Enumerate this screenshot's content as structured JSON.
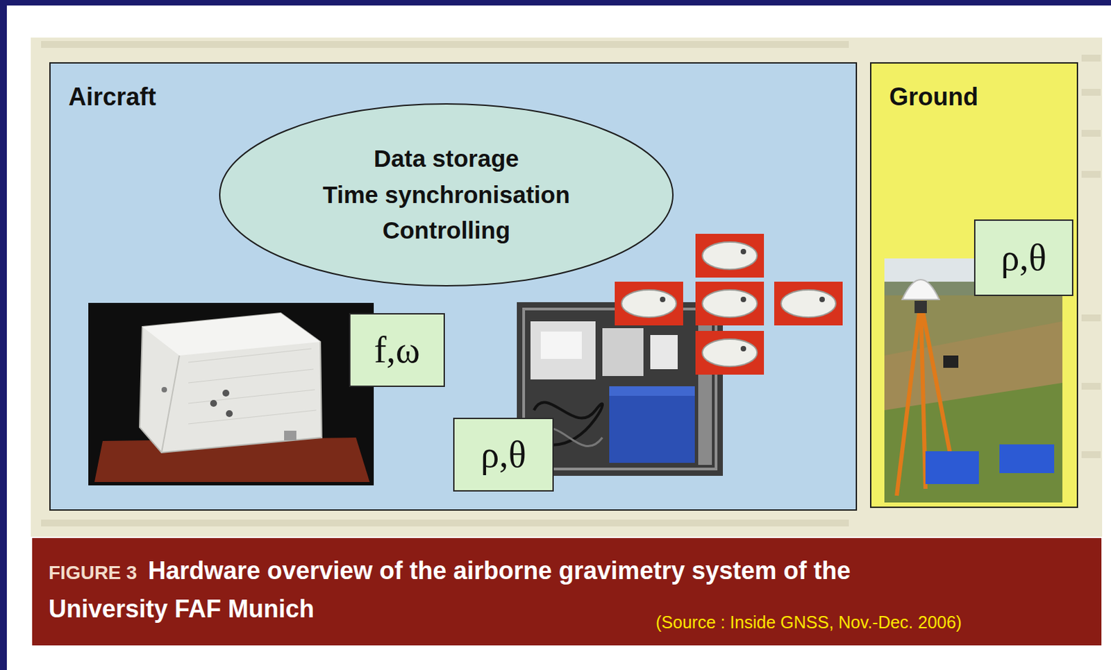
{
  "diagram": {
    "nodes": [
      {
        "text": [
          "Aircraft"
        ]
      },
      {
        "text": [
          "Data storage",
          "Time synchronisation",
          "Controlling"
        ],
        "in": 0
      },
      {
        "text": [
          "f,ω"
        ],
        "in": 0
      },
      {
        "text": [
          "ρ,θ"
        ],
        "in": 0
      },
      {
        "text": [
          "Ground"
        ]
      },
      {
        "text": [
          "ρ,θ"
        ],
        "in": 4
      },
      {
        "text": [
          "FIGURE 3",
          "Hardware overview of the airborne gravimetry system of the University FAF Munich"
        ]
      }
    ],
    "labels": [
      "(Source : Inside GNSS, Nov.-Dec. 2006)"
    ]
  }
}
